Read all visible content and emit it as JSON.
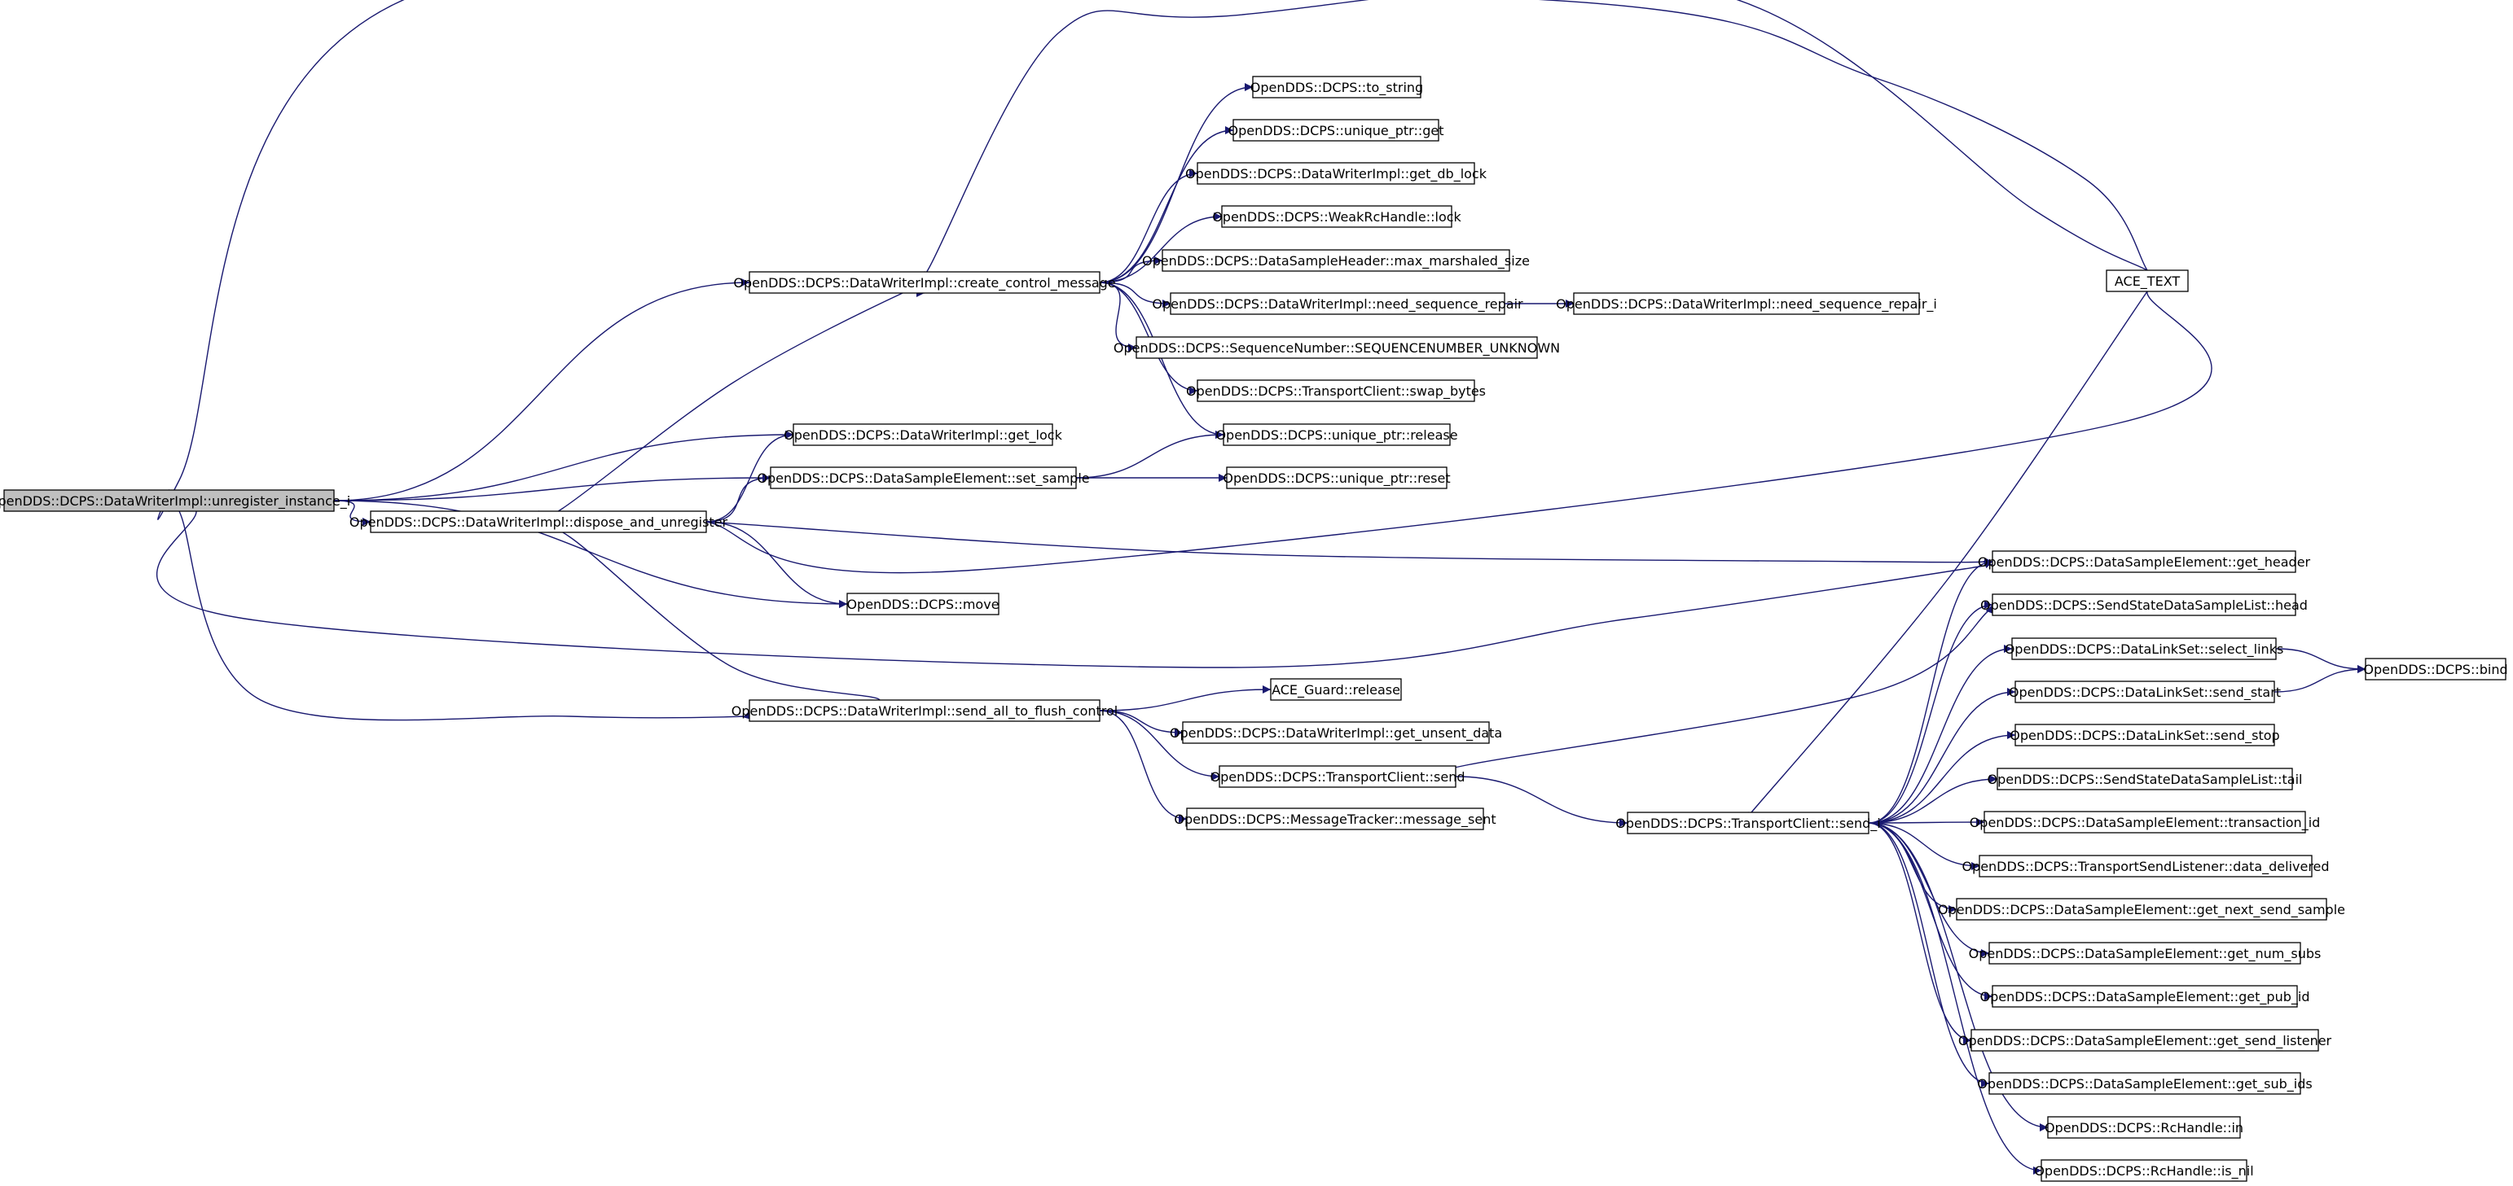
{
  "colors": {
    "edge": "#191970",
    "node_border": "#000000",
    "node_fill": "#ffffff",
    "root_fill": "#bfbfbf"
  },
  "nodes": {
    "n0": {
      "label": "OpenDDS::DCPS::DataWriterImpl::unregister_instance_i",
      "root": true
    },
    "n1": {
      "label": "OpenDDS::DCPS::DataWriterImpl::create_control_message"
    },
    "n2": {
      "label": "OpenDDS::DCPS::DataWriterImpl::dispose_and_unregister"
    },
    "n3": {
      "label": "OpenDDS::DCPS::DataWriterImpl::send_all_to_flush_control"
    },
    "n4": {
      "label": "OpenDDS::DCPS::DataWriterImpl::get_lock"
    },
    "n5": {
      "label": "OpenDDS::DCPS::DataSampleElement::set_sample"
    },
    "n6": {
      "label": "OpenDDS::DCPS::move"
    },
    "n7": {
      "label": "OpenDDS::DCPS::to_string"
    },
    "n8": {
      "label": "OpenDDS::DCPS::unique_ptr::get"
    },
    "n9": {
      "label": "OpenDDS::DCPS::DataWriterImpl::get_db_lock"
    },
    "n10": {
      "label": "OpenDDS::DCPS::WeakRcHandle::lock"
    },
    "n11": {
      "label": "OpenDDS::DCPS::DataSampleHeader::max_marshaled_size"
    },
    "n12": {
      "label": "OpenDDS::DCPS::DataWriterImpl::need_sequence_repair"
    },
    "n13": {
      "label": "OpenDDS::DCPS::SequenceNumber::SEQUENCENUMBER_UNKNOWN"
    },
    "n14": {
      "label": "OpenDDS::DCPS::TransportClient::swap_bytes"
    },
    "n15": {
      "label": "OpenDDS::DCPS::unique_ptr::release"
    },
    "n16": {
      "label": "OpenDDS::DCPS::unique_ptr::reset"
    },
    "n17": {
      "label": "OpenDDS::DCPS::DataWriterImpl::need_sequence_repair_i"
    },
    "n18": {
      "label": "ACE_TEXT"
    },
    "n19": {
      "label": "ACE_Guard::release"
    },
    "n20": {
      "label": "OpenDDS::DCPS::DataWriterImpl::get_unsent_data"
    },
    "n21": {
      "label": "OpenDDS::DCPS::TransportClient::send"
    },
    "n22": {
      "label": "OpenDDS::DCPS::MessageTracker::message_sent"
    },
    "n23": {
      "label": "OpenDDS::DCPS::TransportClient::send_i"
    },
    "n24": {
      "label": "OpenDDS::DCPS::DataSampleElement::get_header"
    },
    "n25": {
      "label": "OpenDDS::DCPS::SendStateDataSampleList::head"
    },
    "n26": {
      "label": "OpenDDS::DCPS::DataLinkSet::select_links"
    },
    "n27": {
      "label": "OpenDDS::DCPS::DataLinkSet::send_start"
    },
    "n28": {
      "label": "OpenDDS::DCPS::DataLinkSet::send_stop"
    },
    "n29": {
      "label": "OpenDDS::DCPS::SendStateDataSampleList::tail"
    },
    "n30": {
      "label": "OpenDDS::DCPS::DataSampleElement::transaction_id"
    },
    "n31": {
      "label": "OpenDDS::DCPS::TransportSendListener::data_delivered"
    },
    "n32": {
      "label": "OpenDDS::DCPS::DataSampleElement::get_next_send_sample"
    },
    "n33": {
      "label": "OpenDDS::DCPS::DataSampleElement::get_num_subs"
    },
    "n34": {
      "label": "OpenDDS::DCPS::DataSampleElement::get_pub_id"
    },
    "n35": {
      "label": "OpenDDS::DCPS::DataSampleElement::get_send_listener"
    },
    "n36": {
      "label": "OpenDDS::DCPS::DataSampleElement::get_sub_ids"
    },
    "n37": {
      "label": "OpenDDS::DCPS::RcHandle::in"
    },
    "n38": {
      "label": "OpenDDS::DCPS::RcHandle::is_nil"
    },
    "n39": {
      "label": "OpenDDS::DCPS::bind"
    }
  },
  "edges": [
    [
      "n0",
      "n18"
    ],
    [
      "n0",
      "n1"
    ],
    [
      "n0",
      "n4"
    ],
    [
      "n0",
      "n5"
    ],
    [
      "n0",
      "n2"
    ],
    [
      "n0",
      "n6"
    ],
    [
      "n0",
      "n24"
    ],
    [
      "n0",
      "n3"
    ],
    [
      "n1",
      "n7"
    ],
    [
      "n1",
      "n8"
    ],
    [
      "n1",
      "n9"
    ],
    [
      "n1",
      "n10"
    ],
    [
      "n1",
      "n11"
    ],
    [
      "n1",
      "n12"
    ],
    [
      "n1",
      "n13"
    ],
    [
      "n1",
      "n14"
    ],
    [
      "n1",
      "n15"
    ],
    [
      "n1",
      "n18"
    ],
    [
      "n12",
      "n17"
    ],
    [
      "n2",
      "n1"
    ],
    [
      "n2",
      "n4"
    ],
    [
      "n2",
      "n5"
    ],
    [
      "n2",
      "n18"
    ],
    [
      "n2",
      "n24"
    ],
    [
      "n2",
      "n6"
    ],
    [
      "n2",
      "n3"
    ],
    [
      "n5",
      "n15"
    ],
    [
      "n5",
      "n16"
    ],
    [
      "n3",
      "n19"
    ],
    [
      "n3",
      "n20"
    ],
    [
      "n3",
      "n21"
    ],
    [
      "n3",
      "n22"
    ],
    [
      "n21",
      "n25"
    ],
    [
      "n21",
      "n23"
    ],
    [
      "n23",
      "n18"
    ],
    [
      "n23",
      "n24"
    ],
    [
      "n23",
      "n25"
    ],
    [
      "n23",
      "n26"
    ],
    [
      "n23",
      "n27"
    ],
    [
      "n23",
      "n28"
    ],
    [
      "n23",
      "n29"
    ],
    [
      "n23",
      "n30"
    ],
    [
      "n23",
      "n31"
    ],
    [
      "n23",
      "n32"
    ],
    [
      "n23",
      "n33"
    ],
    [
      "n23",
      "n34"
    ],
    [
      "n23",
      "n35"
    ],
    [
      "n23",
      "n36"
    ],
    [
      "n23",
      "n37"
    ],
    [
      "n23",
      "n38"
    ],
    [
      "n26",
      "n39"
    ],
    [
      "n27",
      "n39"
    ]
  ]
}
